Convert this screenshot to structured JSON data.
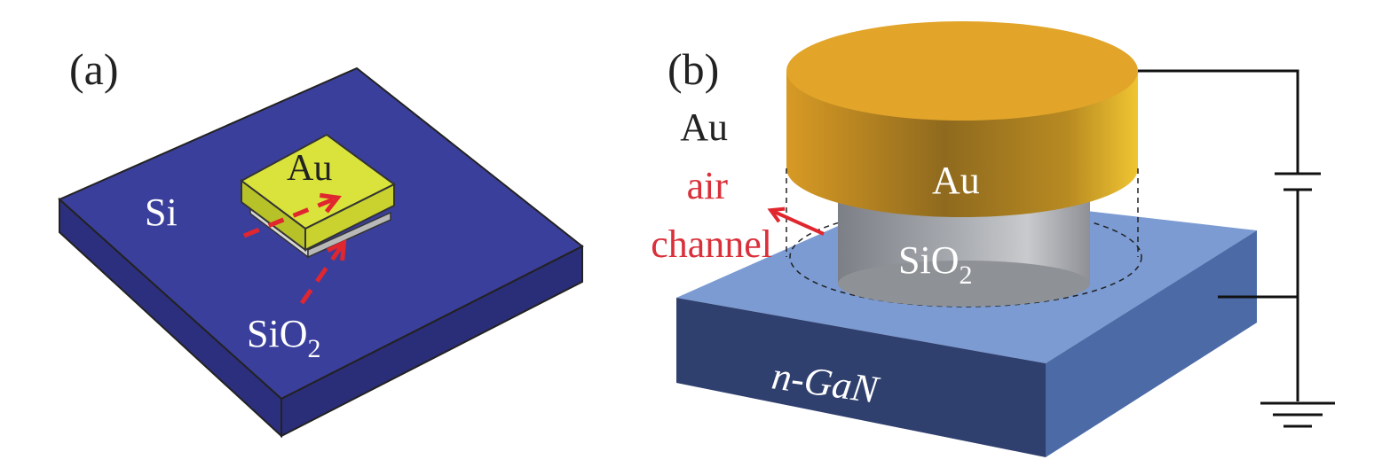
{
  "panel_a": {
    "label": "(a)",
    "substrate_label": "Si",
    "top_label": "Au",
    "oxide_label": "SiO",
    "oxide_subscript": "2"
  },
  "panel_b": {
    "label": "(b)",
    "legend_au": "Au",
    "legend_air_line1": "air",
    "legend_air_line2": "channel",
    "top_label": "Au",
    "pillar_label": "SiO",
    "pillar_subscript": "2",
    "substrate_label": "n-GaN"
  },
  "colors": {
    "si_top": "#3b3f9c",
    "si_front": "#2c2f7e",
    "au_a": "#d9e33b",
    "au_b": "#e2a52a",
    "gan_top": "#7b9bd2",
    "gan_front": "#2f3f6e",
    "arrow_red": "#e0262e",
    "air_label_red": "#d9303a"
  }
}
